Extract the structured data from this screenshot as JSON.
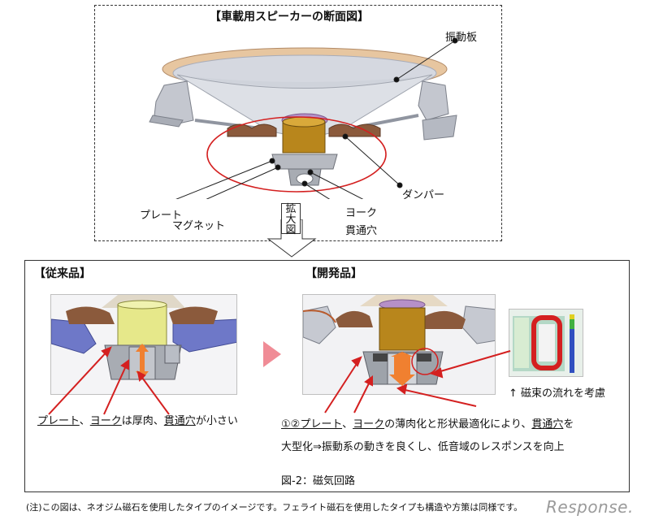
{
  "top": {
    "title": "【車載用スピーカーの断面図】",
    "labels": {
      "vibration_plate": "振動板",
      "damper": "ダンパー",
      "plate": "プレート",
      "magnet": "マグネット",
      "yoke": "ヨーク",
      "through_hole": "貫通穴"
    },
    "magnify": [
      "拡",
      "大",
      "図"
    ]
  },
  "bottom": {
    "conventional_title": "【従来品】",
    "developed_title": "【開発品】",
    "conventional_note": {
      "part1": "プレート",
      "sep1": "、",
      "part2": "ヨーク",
      "part3": "は厚肉、",
      "part4": "貫通穴",
      "part5": "が小さい"
    },
    "developed_note": {
      "line1_a": "①②",
      "line1_b": "プレート",
      "line1_c": "、",
      "line1_d": "ヨーク",
      "line1_e": "の薄肉化と形状最適化により、",
      "line1_f": "貫通穴",
      "line1_g": "を",
      "line2": "大型化⇒振動系の動きを良くし、低音域のレスポンスを向上"
    },
    "flux_note": "↑ 磁束の流れを考慮",
    "figure_caption": "図-2：磁気回路"
  },
  "footnote": "(注)この図は、ネオジム磁石を使用したタイプのイメージです。フェライト磁石を使用したタイプも構造や方策は同様です。",
  "logo": "Response.",
  "colors": {
    "red": "#d42020",
    "cone_light": "#e6e8ec",
    "frame": "#c9ccd6",
    "edge_tan": "#e7c6a0",
    "damper_brown": "#8b5a3c",
    "magnet_gold": "#b8861c",
    "yoke_gray": "#9ea3aa",
    "blue_frame": "#6e78c8",
    "yellow_magnet": "#e6e88a",
    "orange_arrow": "#f08030",
    "pink_arrow": "#f08c96"
  }
}
